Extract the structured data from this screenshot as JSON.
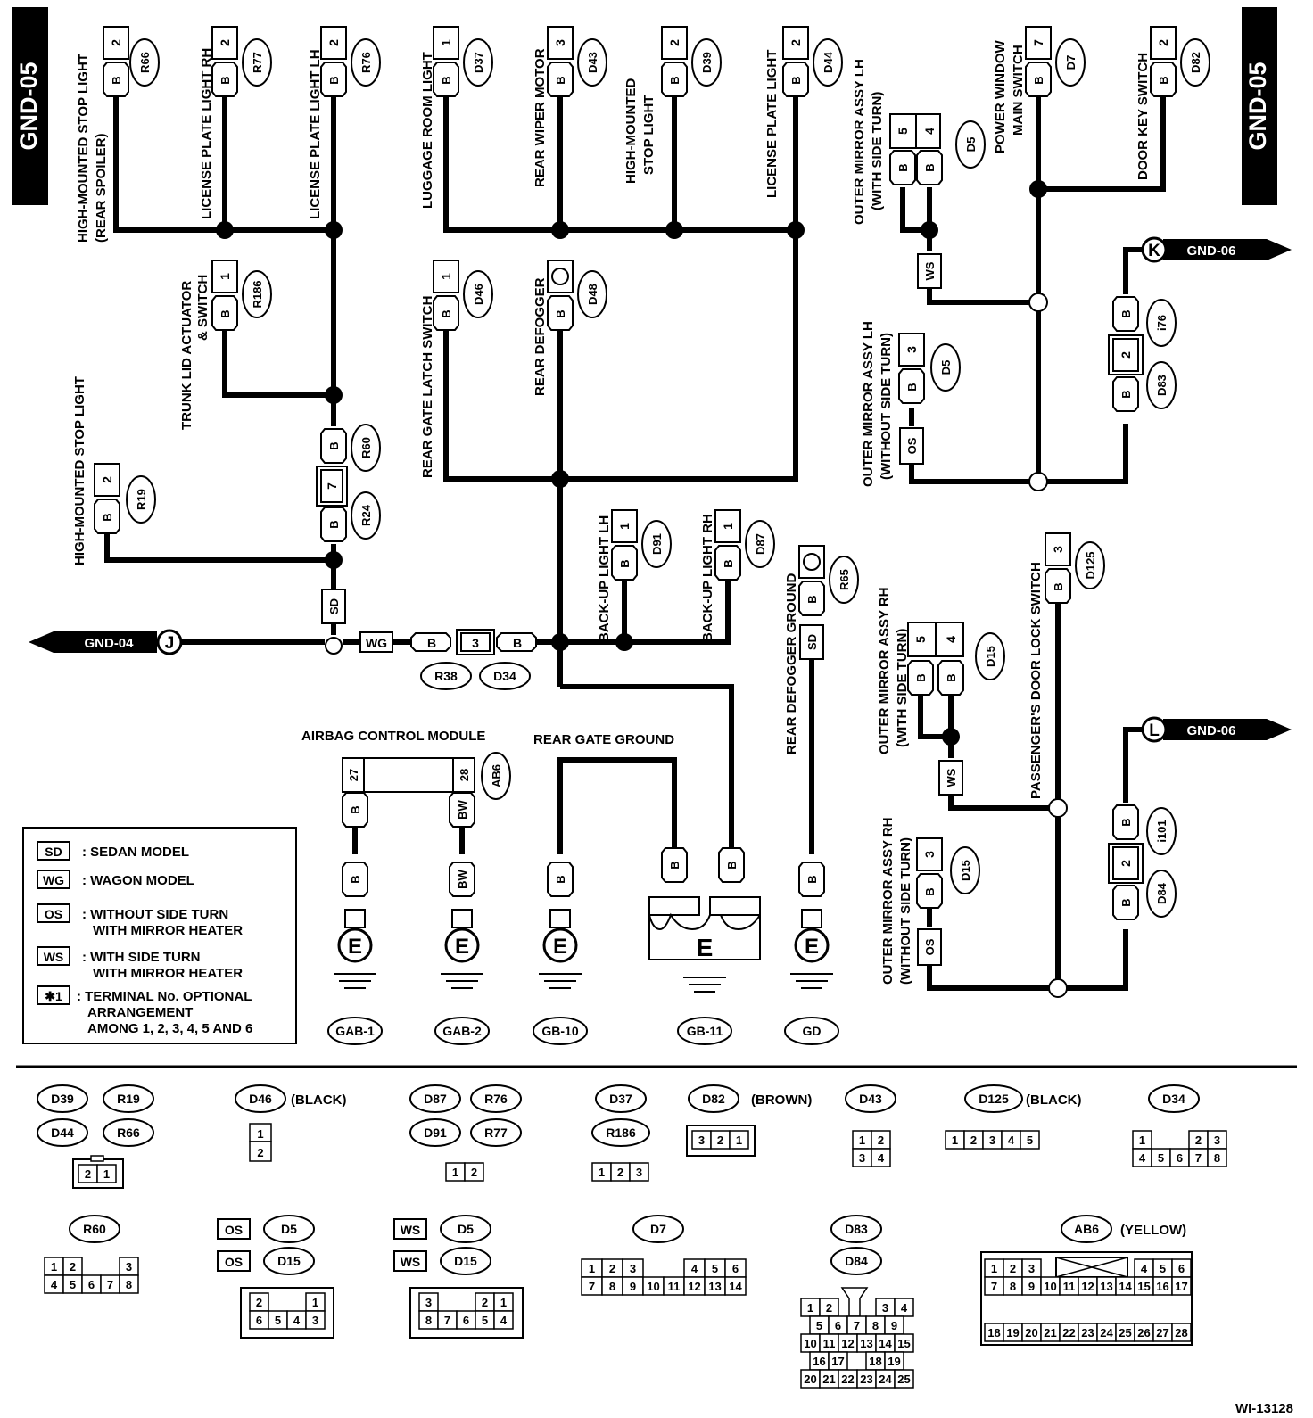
{
  "page_id": "GND-05",
  "drawing_number": "WI-13128",
  "gnd_refs": {
    "gnd04": "GND-04",
    "gnd06": "GND-06",
    "J": "J",
    "K": "K",
    "L": "L"
  },
  "wire_colors": {
    "B": "B",
    "BW": "BW"
  },
  "labels": {
    "hm_stop_spoiler_1": "HIGH-MOUNTED STOP LIGHT",
    "hm_stop_spoiler_2": "(REAR SPOILER)",
    "license_rh": "LICENSE PLATE LIGHT RH",
    "license_lh": "LICENSE PLATE LIGHT LH",
    "trunk_lid_1": "TRUNK LID ACTUATOR",
    "trunk_lid_2": "& SWITCH",
    "hm_stop": "HIGH-MOUNTED STOP LIGHT",
    "luggage": "LUGGAGE ROOM LIGHT",
    "rear_wiper": "REAR WIPER MOTOR",
    "hm_stop2_1": "HIGH-MOUNTED",
    "hm_stop2_2": "STOP LIGHT",
    "license_plate": "LICENSE PLATE LIGHT",
    "rear_gate_latch": "REAR GATE LATCH SWITCH",
    "rear_defogger": "REAR DEFOGGER",
    "backup_lh": "BACK-UP LIGHT LH",
    "backup_rh": "BACK-UP LIGHT RH",
    "rear_defogger_gnd": "REAR DEFOGGER GROUND",
    "outer_lh_ws_1": "OUTER MIRROR ASSY LH",
    "outer_lh_ws_2": "(WITH SIDE TURN)",
    "pw_main_1": "POWER WINDOW",
    "pw_main_2": "MAIN SWITCH",
    "door_key": "DOOR KEY SWITCH",
    "outer_lh_os_1": "OUTER MIRROR ASSY LH",
    "outer_lh_os_2": "(WITHOUT SIDE TURN)",
    "outer_rh_ws_1": "OUTER MIRROR ASSY RH",
    "outer_rh_ws_2": "(WITH SIDE TURN)",
    "pass_door_lock": "PASSENGER'S DOOR LOCK SWITCH",
    "outer_rh_os_1": "OUTER MIRROR ASSY RH",
    "outer_rh_os_2": "(WITHOUT SIDE TURN)",
    "airbag": "AIRBAG CONTROL MODULE",
    "rear_gate_gnd": "REAR GATE GROUND"
  },
  "connectors": {
    "R66": "R66",
    "R77": "R77",
    "R76": "R76",
    "R186": "R186",
    "R60": "R60",
    "R24": "R24",
    "R19": "R19",
    "R38": "R38",
    "D34": "D34",
    "D37": "D37",
    "D43": "D43",
    "D39": "D39",
    "D44": "D44",
    "D46": "D46",
    "D48": "D48",
    "D91": "D91",
    "D87": "D87",
    "R65": "R65",
    "D5": "D5",
    "D7": "D7",
    "D82": "D82",
    "i76": "i76",
    "D83": "D83",
    "D15": "D15",
    "D125": "D125",
    "i101": "i101",
    "D84": "D84",
    "AB6": "AB6"
  },
  "pins": {
    "p1": "1",
    "p2": "2",
    "p3": "3",
    "p4": "4",
    "p5": "5",
    "p7": "7",
    "p27": "27",
    "p28": "28"
  },
  "model_codes": {
    "SD": "SD",
    "WG": "WG",
    "OS": "OS",
    "WS": "WS"
  },
  "grounds": {
    "E": "E",
    "GAB1": "GAB-1",
    "GAB2": "GAB-2",
    "GB10": "GB-10",
    "GB11": "GB-11",
    "GD": "GD"
  },
  "legend": {
    "sd_key": "SD",
    "sd_desc": ": SEDAN MODEL",
    "wg_key": "WG",
    "wg_desc": ": WAGON MODEL",
    "os_key": "OS",
    "os_desc1": ": WITHOUT SIDE TURN",
    "os_desc2": "WITH MIRROR HEATER",
    "ws_key": "WS",
    "ws_desc1": ": WITH SIDE TURN",
    "ws_desc2": "WITH MIRROR HEATER",
    "star_key": "✱1",
    "star_desc1": ": TERMINAL No. OPTIONAL",
    "star_desc2": "ARRANGEMENT",
    "star_desc3": "AMONG 1, 2, 3, 4, 5 AND 6"
  },
  "colors_note": {
    "black": "(BLACK)",
    "brown": "(BROWN)",
    "yellow": "(YELLOW)"
  },
  "connector_faces": {
    "f1": [
      "2",
      "1"
    ],
    "f2": [
      "1",
      "2"
    ],
    "f3": [
      "1",
      "2"
    ],
    "f4": [
      "1",
      "2",
      "3"
    ],
    "f5": [
      "3",
      "2",
      "1"
    ],
    "f6": [
      "1",
      "2",
      "3",
      "4"
    ],
    "f7": [
      "1",
      "2",
      "3",
      "4",
      "5"
    ],
    "f8": [
      "1",
      "2",
      "3",
      "4",
      "5",
      "6",
      "7",
      "8"
    ],
    "f9": [
      "1",
      "2",
      "3",
      "4",
      "5",
      "6",
      "7",
      "8"
    ],
    "f10": [
      "2",
      "1",
      "6",
      "5",
      "4",
      "3"
    ],
    "f11": [
      "3",
      "2",
      "1",
      "8",
      "7",
      "6",
      "5",
      "4"
    ],
    "f12": [
      "1",
      "2",
      "3",
      "4",
      "5",
      "6",
      "7",
      "8",
      "9",
      "10",
      "11",
      "12",
      "13",
      "14"
    ],
    "f13": [
      "1",
      "2",
      "3",
      "4",
      "5",
      "6",
      "7",
      "8",
      "9",
      "10",
      "11",
      "12",
      "13",
      "14",
      "15",
      "16",
      "17",
      "18",
      "19",
      "20",
      "21",
      "22",
      "23",
      "24",
      "25"
    ],
    "f14": [
      "1",
      "2",
      "3",
      "4",
      "5",
      "6",
      "7",
      "8",
      "9",
      "10",
      "11",
      "12",
      "13",
      "14",
      "15",
      "16",
      "17",
      "18",
      "19",
      "20",
      "21",
      "22",
      "23",
      "24",
      "25",
      "26",
      "27",
      "28"
    ]
  }
}
